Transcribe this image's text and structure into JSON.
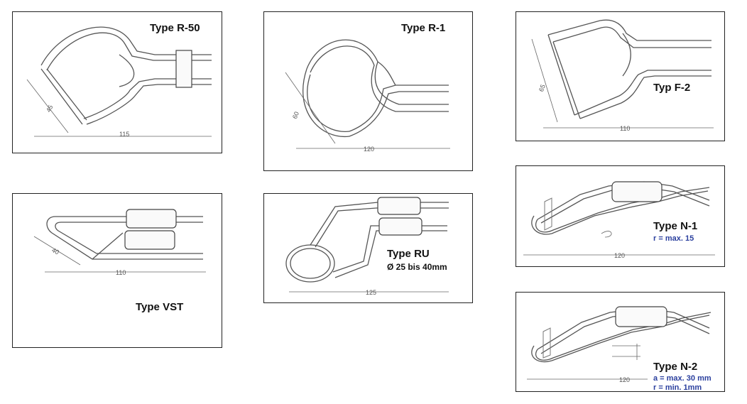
{
  "panels": {
    "r50": {
      "title": "Type R-50",
      "dims": [
        "115",
        "45"
      ]
    },
    "r1": {
      "title": "Type R-1",
      "dims": [
        "120",
        "60"
      ]
    },
    "f2": {
      "title": "Typ F-2",
      "dims": [
        "110",
        "65"
      ]
    },
    "vst": {
      "title": "Type VST",
      "dims": [
        "110",
        "40"
      ]
    },
    "ru": {
      "title": "Type RU",
      "subtitle": "Ø 25 bis 40mm",
      "dims": [
        "125"
      ]
    },
    "n1": {
      "title": "Type N-1",
      "note": "r = max. 15",
      "dims": [
        "120"
      ]
    },
    "n2": {
      "title": "Type N-2",
      "notes": [
        "a = max. 30 mm",
        "r = min. 1mm"
      ],
      "dims": [
        "120"
      ]
    }
  },
  "colors": {
    "frame": "#222222",
    "line": "#555555",
    "note": "#2a3f9e"
  }
}
